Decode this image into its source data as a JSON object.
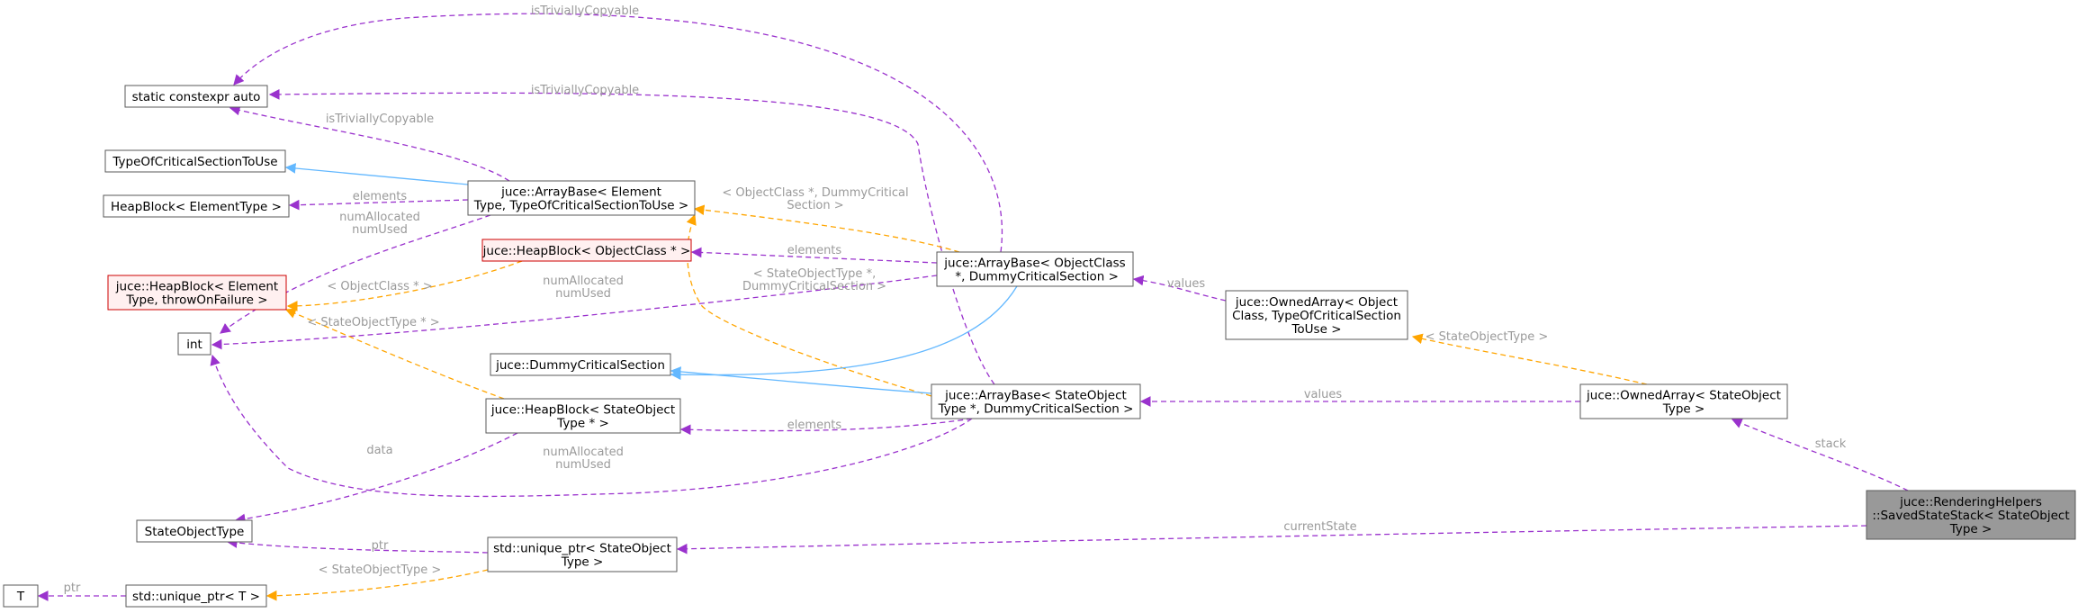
{
  "colors": {
    "node_border": "#5a5a5a",
    "node_border_highlight": "#cc0000",
    "node_fill": "#ffffff",
    "node_fill_highlight": "#fff0f0",
    "focus_fill": "#999999",
    "edge_member": "#9a32cd",
    "edge_template": "#ffa500",
    "edge_inherit": "#63b8ff",
    "edge_label": "#9a9a9a"
  },
  "nodes": {
    "static_constexpr_auto": {
      "lines": [
        "static constexpr auto"
      ]
    },
    "type_of_cs": {
      "lines": [
        "TypeOfCriticalSectionToUse"
      ]
    },
    "heapblock_elementtype": {
      "lines": [
        "HeapBlock< ElementType >"
      ]
    },
    "heapblock_element_throw": {
      "lines": [
        "juce::HeapBlock< Element",
        "Type, throwOnFailure >"
      ],
      "highlight": true
    },
    "int": {
      "lines": [
        "int"
      ]
    },
    "stateobjecttype": {
      "lines": [
        "StateObjectType"
      ]
    },
    "t": {
      "lines": [
        "T"
      ]
    },
    "unique_ptr_t": {
      "lines": [
        "std::unique_ptr< T >"
      ]
    },
    "arraybase_element": {
      "lines": [
        "juce::ArrayBase< Element",
        "Type, TypeOfCriticalSectionToUse >"
      ]
    },
    "heapblock_objectclass": {
      "lines": [
        "juce::HeapBlock< ObjectClass * >"
      ],
      "highlight": true
    },
    "dummy_cs": {
      "lines": [
        "juce::DummyCriticalSection"
      ]
    },
    "heapblock_stateobject": {
      "lines": [
        "juce::HeapBlock< StateObject",
        "Type * >"
      ]
    },
    "unique_ptr_stateobject": {
      "lines": [
        "std::unique_ptr< StateObject",
        "Type >"
      ]
    },
    "arraybase_objectclass": {
      "lines": [
        "juce::ArrayBase< ObjectClass",
        " *, DummyCriticalSection >"
      ]
    },
    "arraybase_stateobject": {
      "lines": [
        "juce::ArrayBase< StateObject",
        "Type *, DummyCriticalSection >"
      ]
    },
    "ownedarray_objectclass": {
      "lines": [
        "juce::OwnedArray< Object",
        "Class, TypeOfCriticalSection",
        "ToUse >"
      ]
    },
    "ownedarray_stateobject": {
      "lines": [
        "juce::OwnedArray< StateObject",
        "Type >"
      ]
    },
    "savedstatestack": {
      "lines": [
        "juce::RenderingHelpers",
        "::SavedStateStack< StateObject",
        "Type >"
      ],
      "focus": true
    }
  },
  "edge_labels": {
    "istriviallycopyable": "isTriviallyCopyable",
    "elements": "elements",
    "numallocated_numused": [
      "numAllocated",
      "numUsed"
    ],
    "objectclass_ptr": "< ObjectClass * >",
    "stateobjecttype_ptr": "< StateObjectType * >",
    "objectclass_dummy": [
      "< ObjectClass *, DummyCritical",
      "Section >"
    ],
    "stateobjecttype_dummy": [
      "< StateObjectType *,",
      "DummyCriticalSection >"
    ],
    "values": "values",
    "stateobjecttype": "< StateObjectType >",
    "stack": "stack",
    "currentstate": "currentState",
    "data": "data",
    "ptr": "ptr"
  }
}
